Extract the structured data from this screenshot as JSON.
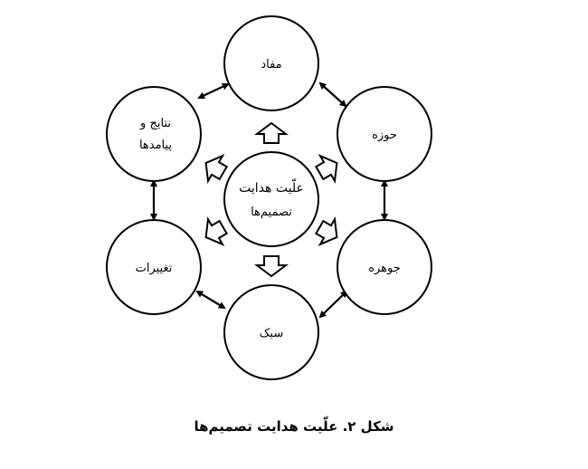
{
  "center": {
    "line1": "علّیت هدایت",
    "line2": "تصمیم‌ها"
  },
  "nodes": {
    "top": "مفاد",
    "top_right": "حوزه",
    "bottom_right": "جوهره",
    "bottom": "سبک",
    "bottom_left": "تغییرات",
    "top_left_line1": "نتایج و",
    "top_left_line2": "پیامدها"
  },
  "caption": "شکل ۲. علّیت هدایت تصمیم‌ها"
}
